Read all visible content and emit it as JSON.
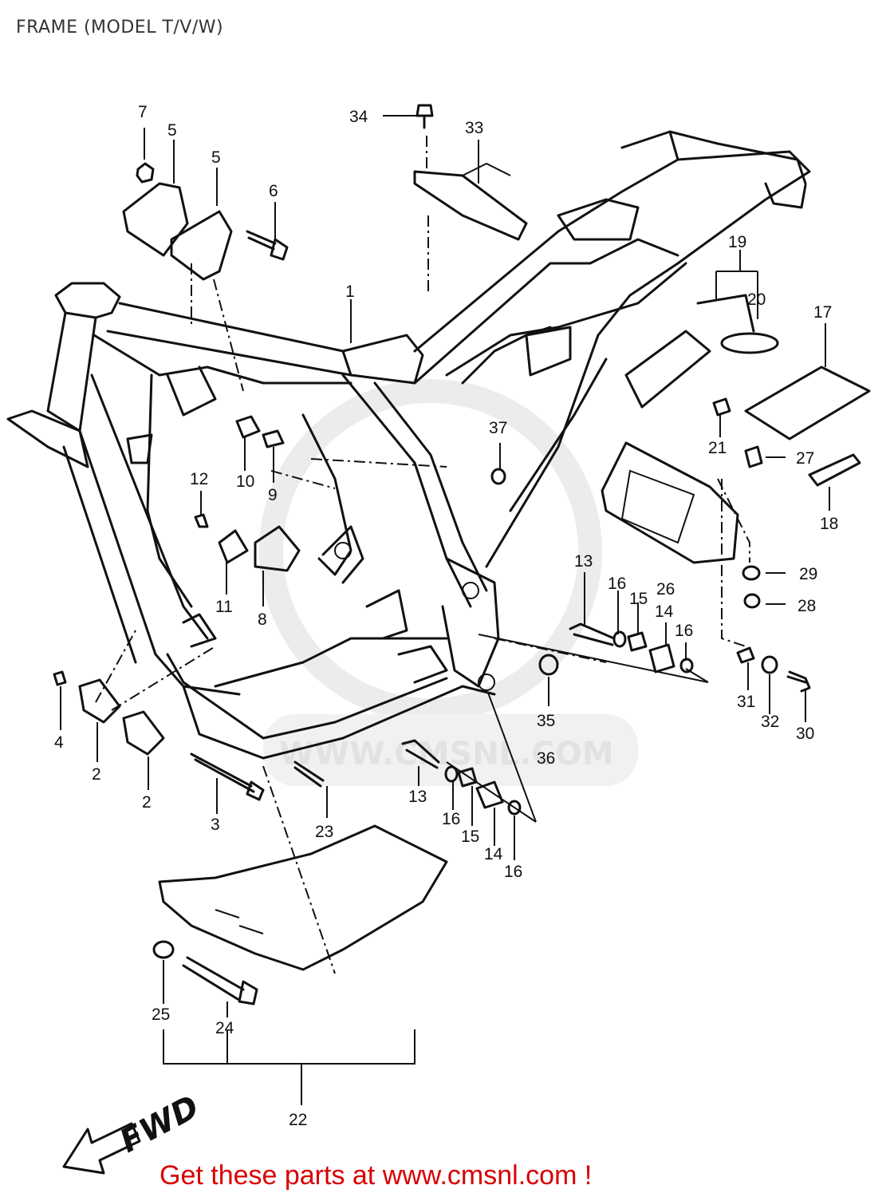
{
  "title": "FRAME (MODEL T/V/W)",
  "watermark": "WWW.CMSNL.COM",
  "direction_label": "FWD",
  "footer": "Get these parts at www.cmsnl.com !",
  "callouts": [
    {
      "id": "1",
      "label": "1"
    },
    {
      "id": "2a",
      "label": "2"
    },
    {
      "id": "2b",
      "label": "2"
    },
    {
      "id": "3",
      "label": "3"
    },
    {
      "id": "4",
      "label": "4"
    },
    {
      "id": "5a",
      "label": "5"
    },
    {
      "id": "5b",
      "label": "5"
    },
    {
      "id": "6",
      "label": "6"
    },
    {
      "id": "7",
      "label": "7"
    },
    {
      "id": "8",
      "label": "8"
    },
    {
      "id": "9",
      "label": "9"
    },
    {
      "id": "10",
      "label": "10"
    },
    {
      "id": "11",
      "label": "11"
    },
    {
      "id": "12",
      "label": "12"
    },
    {
      "id": "13a",
      "label": "13"
    },
    {
      "id": "13b",
      "label": "13"
    },
    {
      "id": "14a",
      "label": "14"
    },
    {
      "id": "14b",
      "label": "14"
    },
    {
      "id": "15a",
      "label": "15"
    },
    {
      "id": "15b",
      "label": "15"
    },
    {
      "id": "16a",
      "label": "16"
    },
    {
      "id": "16b",
      "label": "16"
    },
    {
      "id": "16c",
      "label": "16"
    },
    {
      "id": "16d",
      "label": "16"
    },
    {
      "id": "17",
      "label": "17"
    },
    {
      "id": "18",
      "label": "18"
    },
    {
      "id": "19",
      "label": "19"
    },
    {
      "id": "20",
      "label": "20"
    },
    {
      "id": "21",
      "label": "21"
    },
    {
      "id": "22",
      "label": "22"
    },
    {
      "id": "23",
      "label": "23"
    },
    {
      "id": "24",
      "label": "24"
    },
    {
      "id": "25",
      "label": "25"
    },
    {
      "id": "26",
      "label": "26"
    },
    {
      "id": "27",
      "label": "27"
    },
    {
      "id": "28",
      "label": "28"
    },
    {
      "id": "29",
      "label": "29"
    },
    {
      "id": "30",
      "label": "30"
    },
    {
      "id": "31",
      "label": "31"
    },
    {
      "id": "32",
      "label": "32"
    },
    {
      "id": "33",
      "label": "33"
    },
    {
      "id": "34",
      "label": "34"
    },
    {
      "id": "35",
      "label": "35"
    },
    {
      "id": "36",
      "label": "36"
    },
    {
      "id": "37",
      "label": "37"
    }
  ]
}
